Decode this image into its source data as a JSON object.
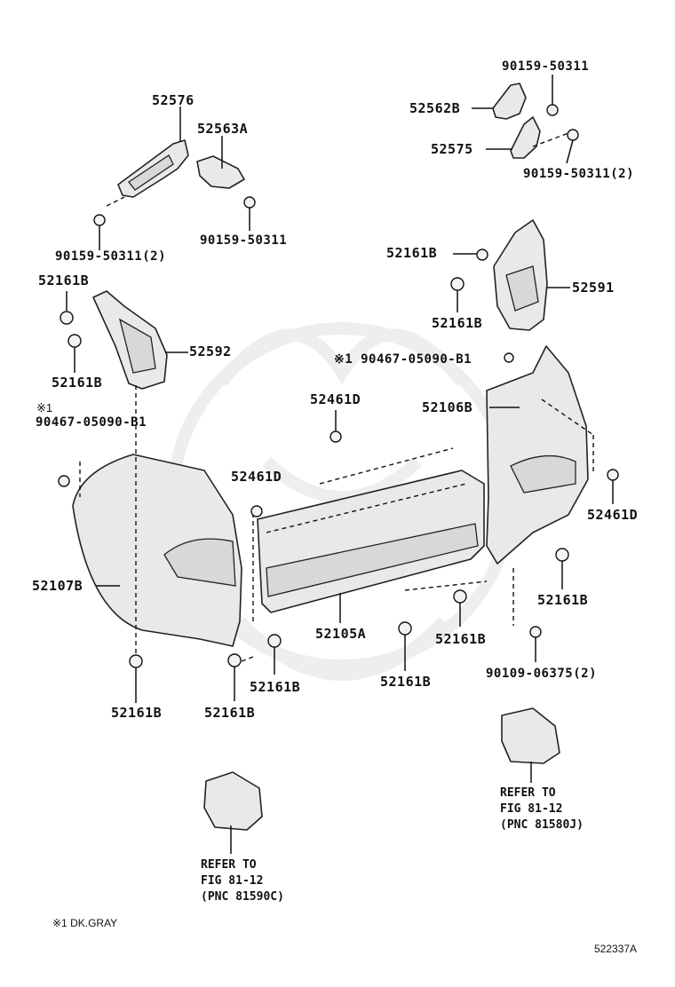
{
  "labels": {
    "p52576": "52576",
    "p52563A": "52563A",
    "p52562B": "52562B",
    "p52575": "52575",
    "b90159_tr": "90159-50311",
    "b90159_tr2": "90159-50311(2)",
    "b90159_tl2": "90159-50311(2)",
    "b90159_mid": "90159-50311",
    "c52161B_1": "52161B",
    "c52161B_2": "52161B",
    "c52161B_3": "52161B",
    "c52161B_4": "52161B",
    "c52161B_5": "52161B",
    "c52161B_6": "52161B",
    "c52161B_7": "52161B",
    "c52161B_8": "52161B",
    "c52161B_9": "52161B",
    "c52161B_10": "52161B",
    "p52592": "52592",
    "p52591": "52591",
    "s90467_left_mark": "※1",
    "s90467_left": "90467-05090-B1",
    "s90467_right": "※1 90467-05090-B1",
    "c52461D_1": "52461D",
    "c52461D_2": "52461D",
    "c52461D_3": "52461D",
    "p52106B": "52106B",
    "p52107B": "52107B",
    "p52105A": "52105A",
    "b90109": "90109-06375(2)",
    "refer_right": "REFER TO\nFIG 81-12\n(PNC 81580J)",
    "refer_left": "REFER TO\nFIG 81-12\n(PNC 81590C)",
    "footnote": "※1 DK.GRAY",
    "diagram_id": "522337A"
  }
}
